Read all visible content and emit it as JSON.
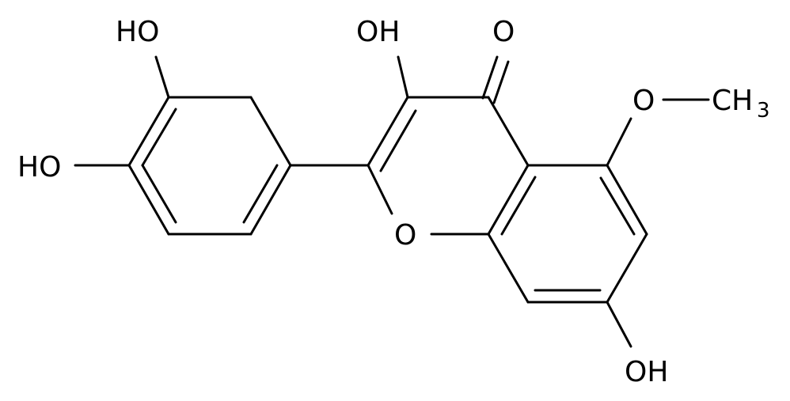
{
  "molecule": {
    "labels": {
      "oh_3prime": "HO",
      "oh_4prime": "HO",
      "oh_3": "OH",
      "carbonyl_o": "O",
      "methoxy_o": "O",
      "methoxy_c": "CH",
      "methoxy_sub": "3",
      "ring_o": "O",
      "oh_7": "OH"
    },
    "colors": {
      "bond": "#000000",
      "text": "#000000",
      "background": "#ffffff"
    }
  }
}
